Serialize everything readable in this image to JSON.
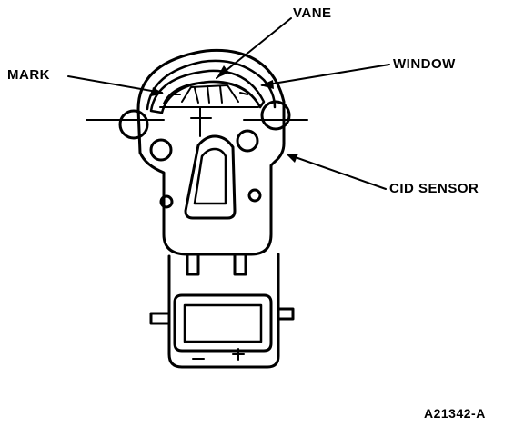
{
  "labels": {
    "vane": "VANE",
    "mark": "MARK",
    "window": "WINDOW",
    "cid_sensor": "CID SENSOR"
  },
  "figure_id": "A21342-A"
}
